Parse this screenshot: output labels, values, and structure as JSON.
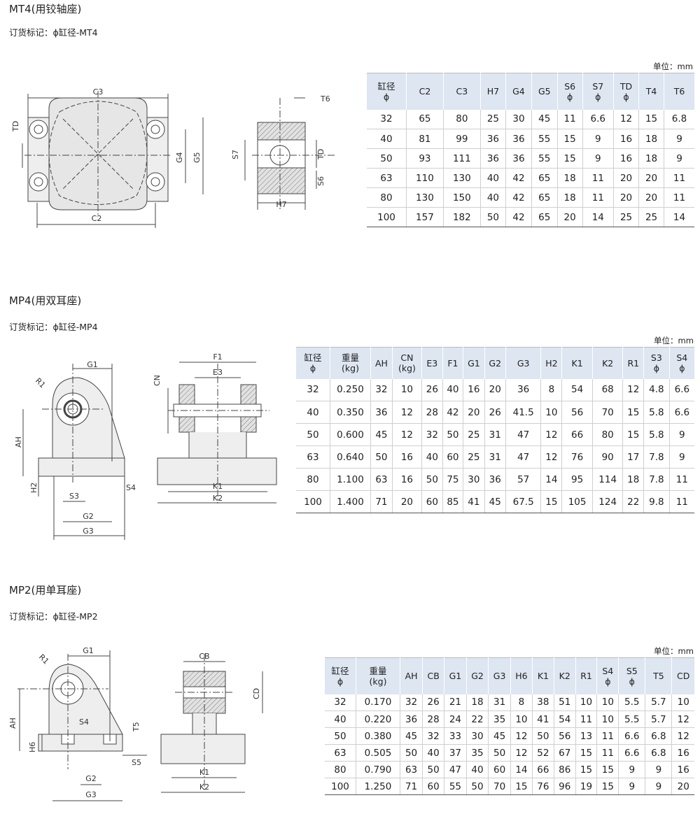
{
  "sections": [
    {
      "title": "MT4(用铰轴座)",
      "order": "订货标记：ϕ缸径-MT4",
      "unit": "单位：mm",
      "headers": [
        [
          "缸径",
          "ϕ"
        ],
        [
          "C2"
        ],
        [
          "C3"
        ],
        [
          "H7"
        ],
        [
          "G4"
        ],
        [
          "G5"
        ],
        [
          "S6",
          "ϕ"
        ],
        [
          "S7",
          "ϕ"
        ],
        [
          "TD",
          "ϕ"
        ],
        [
          "T4"
        ],
        [
          "T6"
        ]
      ],
      "rows": [
        [
          "32",
          "65",
          "80",
          "25",
          "30",
          "45",
          "11",
          "6.6",
          "12",
          "15",
          "6.8"
        ],
        [
          "40",
          "81",
          "99",
          "36",
          "36",
          "55",
          "15",
          "9",
          "16",
          "18",
          "9"
        ],
        [
          "50",
          "93",
          "111",
          "36",
          "36",
          "55",
          "15",
          "9",
          "16",
          "18",
          "9"
        ],
        [
          "63",
          "110",
          "130",
          "40",
          "42",
          "65",
          "18",
          "11",
          "20",
          "20",
          "11"
        ],
        [
          "80",
          "130",
          "150",
          "40",
          "42",
          "65",
          "18",
          "11",
          "20",
          "20",
          "11"
        ],
        [
          "100",
          "157",
          "182",
          "50",
          "42",
          "65",
          "20",
          "14",
          "25",
          "25",
          "14"
        ]
      ],
      "drawing_labels": {
        "c3": "C3",
        "c2": "C2",
        "td": "TD",
        "g4": "G4",
        "g5": "G5",
        "t6": "T6",
        "s7": "S7",
        "td2": "TD",
        "s6": "S6",
        "h7": "H7"
      }
    },
    {
      "title": "MP4(用双耳座)",
      "order": "订货标记：ϕ缸径-MP4",
      "unit": "单位：mm",
      "headers": [
        [
          "缸径",
          "ϕ"
        ],
        [
          "重量",
          "(kg)"
        ],
        [
          "AH"
        ],
        [
          "CN",
          "(kg)"
        ],
        [
          "E3"
        ],
        [
          "F1"
        ],
        [
          "G1"
        ],
        [
          "G2"
        ],
        [
          "G3"
        ],
        [
          "H2"
        ],
        [
          "K1"
        ],
        [
          "K2"
        ],
        [
          "R1"
        ],
        [
          "S3",
          "ϕ"
        ],
        [
          "S4",
          "ϕ"
        ]
      ],
      "rows": [
        [
          "32",
          "0.250",
          "32",
          "10",
          "26",
          "40",
          "16",
          "20",
          "36",
          "8",
          "54",
          "68",
          "12",
          "4.8",
          "6.6"
        ],
        [
          "40",
          "0.350",
          "36",
          "12",
          "28",
          "42",
          "20",
          "26",
          "41.5",
          "10",
          "56",
          "70",
          "15",
          "5.8",
          "6.6"
        ],
        [
          "50",
          "0.600",
          "45",
          "12",
          "32",
          "50",
          "25",
          "31",
          "47",
          "12",
          "66",
          "80",
          "15",
          "5.8",
          "9"
        ],
        [
          "63",
          "0.640",
          "50",
          "16",
          "40",
          "60",
          "25",
          "31",
          "47",
          "12",
          "76",
          "90",
          "17",
          "7.8",
          "9"
        ],
        [
          "80",
          "1.100",
          "63",
          "16",
          "50",
          "75",
          "30",
          "36",
          "57",
          "14",
          "95",
          "114",
          "18",
          "7.8",
          "11"
        ],
        [
          "100",
          "1.400",
          "71",
          "20",
          "60",
          "85",
          "41",
          "45",
          "67.5",
          "15",
          "105",
          "124",
          "22",
          "9.8",
          "11"
        ]
      ],
      "drawing_labels": {
        "g1": "G1",
        "r1": "R1",
        "ah": "AH",
        "h2": "H2",
        "s3": "S3",
        "s4": "S4",
        "g2": "G2",
        "g3": "G3",
        "f1": "F1",
        "e3": "E3",
        "cn": "CN",
        "k1": "K1",
        "k2": "K2"
      }
    },
    {
      "title": "MP2(用单耳座)",
      "order": "订货标记：ϕ缸径-MP2",
      "unit": "单位：mm",
      "headers": [
        [
          "缸径",
          "ϕ"
        ],
        [
          "重量",
          "(kg)"
        ],
        [
          "AH"
        ],
        [
          "CB"
        ],
        [
          "G1"
        ],
        [
          "G2"
        ],
        [
          "G3"
        ],
        [
          "H6"
        ],
        [
          "K1"
        ],
        [
          "K2"
        ],
        [
          "R1"
        ],
        [
          "S4",
          "ϕ"
        ],
        [
          "S5",
          "ϕ"
        ],
        [
          "T5"
        ],
        [
          "CD"
        ]
      ],
      "rows": [
        [
          "32",
          "0.170",
          "32",
          "26",
          "21",
          "18",
          "31",
          "8",
          "38",
          "51",
          "10",
          "10",
          "5.5",
          "5.7",
          "10"
        ],
        [
          "40",
          "0.220",
          "36",
          "28",
          "24",
          "22",
          "35",
          "10",
          "41",
          "54",
          "11",
          "10",
          "5.5",
          "5.7",
          "12"
        ],
        [
          "50",
          "0.380",
          "45",
          "32",
          "33",
          "30",
          "45",
          "12",
          "50",
          "56",
          "13",
          "11",
          "6.6",
          "6.8",
          "12"
        ],
        [
          "63",
          "0.505",
          "50",
          "40",
          "37",
          "35",
          "50",
          "12",
          "52",
          "67",
          "15",
          "11",
          "6.6",
          "6.8",
          "16"
        ],
        [
          "80",
          "0.790",
          "63",
          "50",
          "47",
          "40",
          "60",
          "14",
          "66",
          "86",
          "15",
          "15",
          "9",
          "9",
          "16"
        ],
        [
          "100",
          "1.250",
          "71",
          "60",
          "55",
          "50",
          "70",
          "15",
          "76",
          "96",
          "19",
          "15",
          "9",
          "9",
          "20"
        ]
      ],
      "drawing_labels": {
        "g1": "G1",
        "r1": "R1",
        "ah": "AH",
        "s4": "S4",
        "t5": "T5",
        "h6": "H6",
        "s5": "S5",
        "g2": "G2",
        "g3": "G3",
        "cb": "CB",
        "cd": "CD",
        "k1": "K1",
        "k2": "K2"
      }
    }
  ]
}
